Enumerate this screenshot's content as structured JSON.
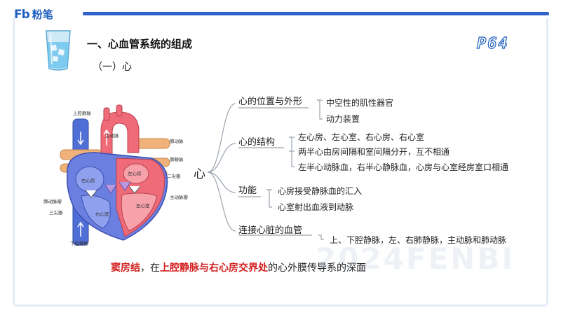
{
  "brand": {
    "logo": "Fb",
    "name": "粉笔"
  },
  "page_tag": "P64",
  "title": "一、心血管系统的组成",
  "subtitle": "（一）心",
  "watermark": "2024FENBI",
  "heart_labels": {
    "svc": "上腔静脉",
    "aorta": "主动脉",
    "pulm_artery": "肺动脉",
    "pulm_vein": "肺静脉",
    "mitral": "二尖瓣",
    "left_atrium": "左心房",
    "right_atrium": "右心房",
    "aortic_valve": "主动脉瓣",
    "pulm_valve": "肺动脉瓣",
    "tricuspid": "三尖瓣",
    "left_ventricle": "左心室",
    "right_ventricle": "右心室",
    "ivc": "下腔静脉"
  },
  "mindmap": {
    "root": "心",
    "branches": [
      {
        "label": "心的位置与外形",
        "items": [
          "中空性的肌性器官",
          "动力装置"
        ]
      },
      {
        "label": "心的结构",
        "items": [
          "左心房、左心室、右心房、右心室",
          "两半心由房间隔和室间隔分开，互不相通",
          "左半心动脉血，右半心静脉血，心房与心室经房室口相通"
        ]
      },
      {
        "label": "功能",
        "items": [
          "心房接受静脉血的汇入",
          "心室射出血液到动脉"
        ]
      },
      {
        "label": "连接心脏的血管",
        "items": [
          "上、下腔静脉，左、右肺静脉，主动脉和肺动脉"
        ]
      }
    ]
  },
  "note": {
    "part1": "窦房结",
    "part2": "，在",
    "part3": "上腔静脉与右心房交界处",
    "part4": "的心外膜传导系的深面"
  },
  "colors": {
    "brand_blue": "#1f5fbf",
    "highlight_red": "#d31f1f",
    "vein_blue": "#4f6fd6",
    "artery_red": "#f06b7a",
    "pulmonary_orange": "#f0b27a",
    "mindmap_line": "#9aa3ad"
  }
}
